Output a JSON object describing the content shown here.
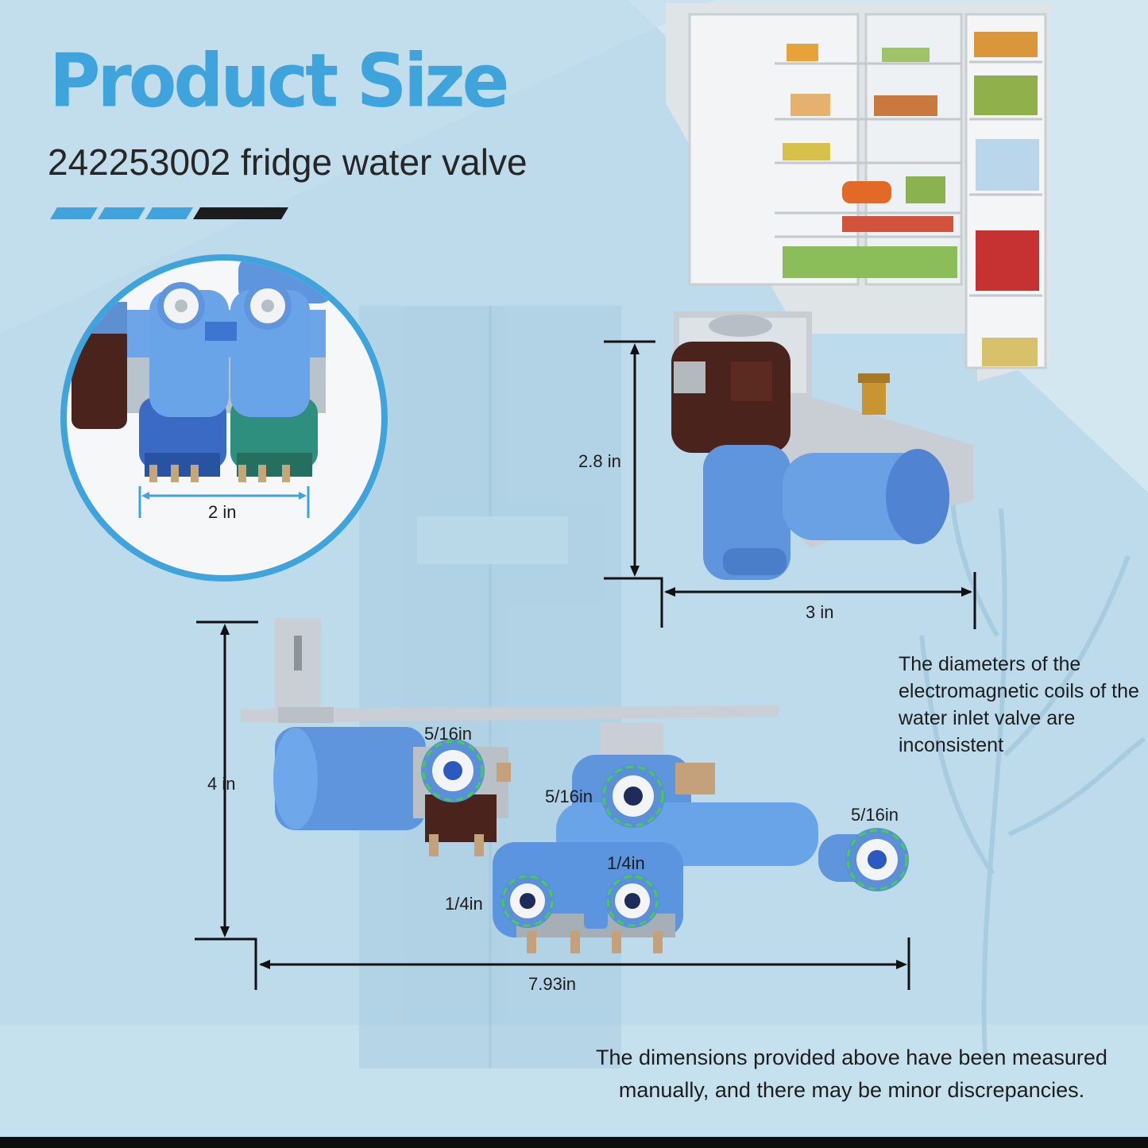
{
  "header": {
    "title": "Product Size",
    "subtitle": "242253002 fridge water valve"
  },
  "dimensions": {
    "width_dual_valve": "2 in",
    "height_single_valve": "2.8 in",
    "width_single_valve": "3 in",
    "height_main_valve": "4 in",
    "length_main_valve": "7.93in"
  },
  "ports": {
    "top_left": "5/16in",
    "middle_left": "5/16in",
    "right": "5/16in",
    "center_small": "1/4in",
    "bottom_left_small": "1/4in"
  },
  "notes": {
    "coil_note": "The diameters of the electromagnetic coils of the water inlet valve are inconsistent",
    "measurement_note": "The dimensions provided above have been measured manually, and there may be minor discrepancies."
  },
  "colors": {
    "accent": "#3fa3dc",
    "background": "#bcdbec",
    "part_blue": "#5f95dc",
    "coil_brown": "#4a231d",
    "coil_green": "#2f8f7e",
    "port_ring": "#3fd24a"
  }
}
